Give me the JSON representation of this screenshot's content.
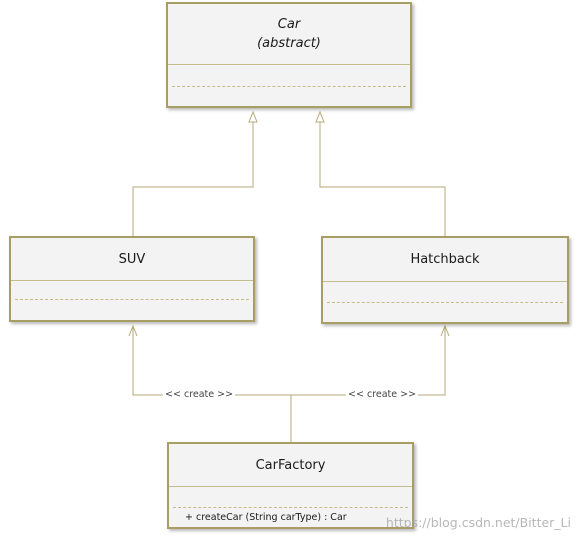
{
  "diagram": {
    "classes": {
      "car": {
        "name": "Car",
        "stereotype": "(abstract)",
        "operations": []
      },
      "suv": {
        "name": "SUV",
        "operations": []
      },
      "hatchback": {
        "name": "Hatchback",
        "operations": []
      },
      "car_factory": {
        "name": "CarFactory",
        "operations": [
          "+ createCar (String carType) : Car"
        ]
      }
    },
    "relationships": [
      {
        "type": "generalization",
        "from": "SUV",
        "to": "Car"
      },
      {
        "type": "generalization",
        "from": "Hatchback",
        "to": "Car"
      },
      {
        "type": "dependency",
        "from": "CarFactory",
        "to": "SUV",
        "label": "<< create >>"
      },
      {
        "type": "dependency",
        "from": "CarFactory",
        "to": "Hatchback",
        "label": "<< create >>"
      }
    ]
  },
  "watermark": "https://blog.csdn.net/Bitter_Li",
  "colors": {
    "border": "#a89d63",
    "fill": "#f3f3f3",
    "line": "#a89d63",
    "text": "#1a1a1a"
  }
}
